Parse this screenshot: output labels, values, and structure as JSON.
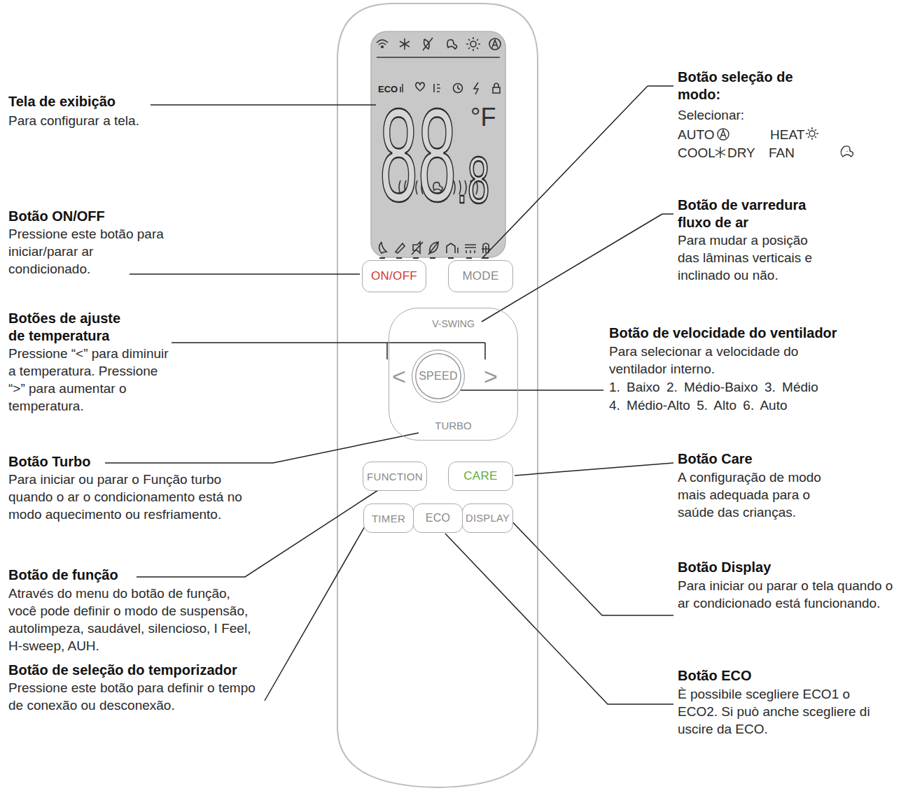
{
  "diagram": {
    "nodes": [
      {
        "text": [
          "ECO",
          "88",
          ".8",
          "°F"
        ]
      },
      {
        "text": [
          "ON/OFF"
        ]
      },
      {
        "text": [
          "MODE"
        ]
      },
      {
        "text": [
          "V-SWING",
          "<",
          ">",
          "TURBO"
        ]
      },
      {
        "text": [
          "SPEED"
        ],
        "in": 3
      },
      {
        "text": [
          "FUNCTION"
        ]
      },
      {
        "text": [
          "CARE"
        ]
      },
      {
        "text": [
          "TIMER"
        ]
      },
      {
        "text": [
          "ECO"
        ]
      },
      {
        "text": [
          "DISPLAY"
        ]
      }
    ],
    "labels": [
      "Tela de exibição",
      "Para configurar a tela.",
      "Botão ON/OFF",
      "Pressione este botão para iniciar/parar ar condicionado.",
      "Botões de ajuste de temperatura",
      "Pressione “<” para diminuir a temperatura. Pressione “>” para aumentar o temperatura.",
      "Botão Turbo",
      "Para iniciar ou parar o Função turbo quando o ar o condicionamento está no modo aquecimento ou resfriamento.",
      "Botão de função",
      "Através do menu do botão de função, você pode definir o modo de suspensão, autolimpeza, saudável, silencioso, I Feel, H-sweep, AUH.",
      "Botão de seleção do temporizador",
      "Pressione este botão para definir o tempo de conexão ou desconexão.",
      "Botão seleção de modo:",
      "Selecionar:",
      "AUTO",
      "HEAT",
      "COOL",
      "DRY",
      "FAN",
      "Botão de varredura fluxo de ar",
      "Para mudar a posição das lâminas verticais e inclinado ou não.",
      "Botão de velocidade do ventilador",
      "Para selecionar a velocidade do ventilador interno.",
      "1. Baixo 2. Médio-Baixo 3. Médio",
      "4. Médio-Alto 5. Alto 6. Auto",
      "Botão Care",
      "A configuração de modo mais adequada para o saúde das crianças.",
      "Botão Display",
      "Para iniciar ou parar o tela quando o ar condicionado está funcionando.",
      "Botão ECO",
      "È possibile scegliere ECO1 o ECO2. Si può anche scegliere di uscire da ECO."
    ]
  }
}
